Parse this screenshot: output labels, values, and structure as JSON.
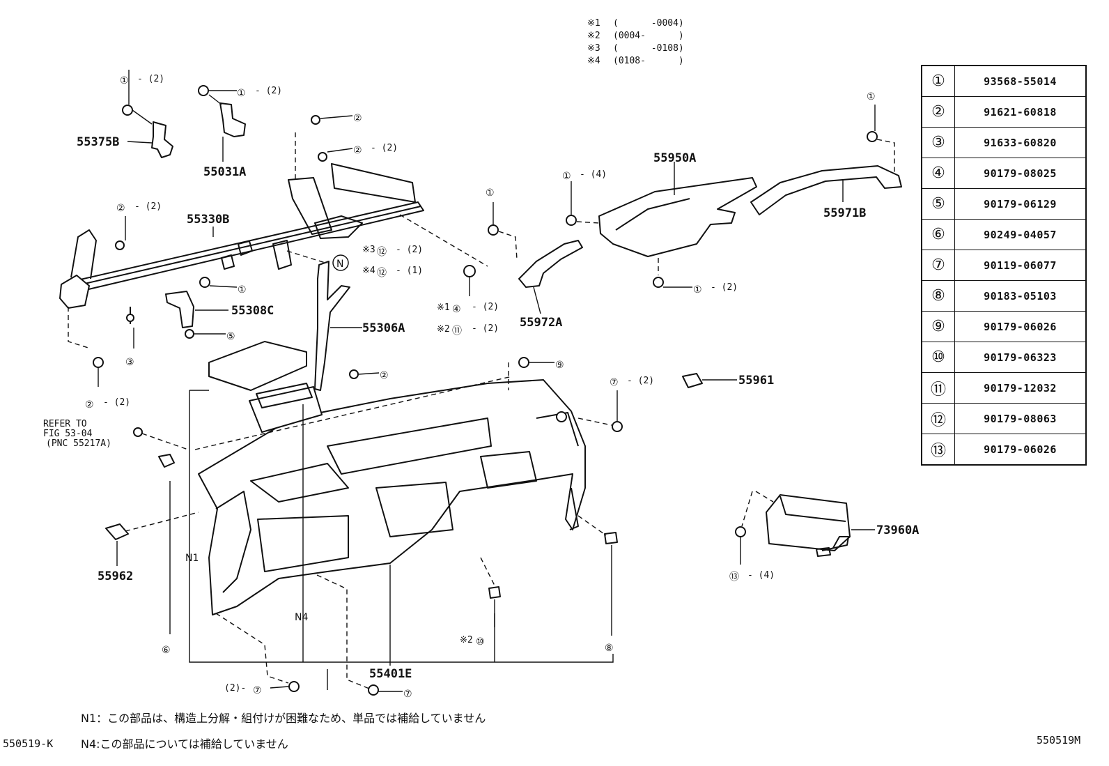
{
  "variants": [
    {
      "mark": "※1",
      "range": "(      -0004)"
    },
    {
      "mark": "※2",
      "range": "(0004-      )"
    },
    {
      "mark": "※3",
      "range": "(      -0108)"
    },
    {
      "mark": "※4",
      "range": "(0108-      )"
    }
  ],
  "parts_table": [
    {
      "ref": "①",
      "part_no": "93568-55014"
    },
    {
      "ref": "②",
      "part_no": "91621-60818"
    },
    {
      "ref": "③",
      "part_no": "91633-60820"
    },
    {
      "ref": "④",
      "part_no": "90179-08025"
    },
    {
      "ref": "⑤",
      "part_no": "90179-06129"
    },
    {
      "ref": "⑥",
      "part_no": "90249-04057"
    },
    {
      "ref": "⑦",
      "part_no": "90119-06077"
    },
    {
      "ref": "⑧",
      "part_no": "90183-05103"
    },
    {
      "ref": "⑨",
      "part_no": "90179-06026"
    },
    {
      "ref": "⑩",
      "part_no": "90179-06323"
    },
    {
      "ref": "⑪",
      "part_no": "90179-12032"
    },
    {
      "ref": "⑫",
      "part_no": "90179-08063"
    },
    {
      "ref": "⑬",
      "part_no": "90179-06026"
    }
  ],
  "part_labels": {
    "p55375B": "55375B",
    "p55031A": "55031A",
    "p55330B": "55330B",
    "p55308C": "55308C",
    "p55306A": "55306A",
    "p55972A": "55972A",
    "p55950A": "55950A",
    "p55971B": "55971B",
    "p55961": "55961",
    "p55962": "55962",
    "p55401E": "55401E",
    "p73960A": "73960A"
  },
  "callouts": {
    "c1": "①",
    "c2": "②",
    "c3": "③",
    "c4": "④",
    "c5": "⑤",
    "c6": "⑥",
    "c7": "⑦",
    "c8": "⑧",
    "c9": "⑨",
    "c10": "⑩",
    "c11": "⑪",
    "c12": "⑫",
    "c13": "⑬",
    "cN": "N",
    "q2": "- (2)",
    "q4": "- (4)",
    "q1": "- (1)",
    "q2pre": "(2)-",
    "q13": "- (4)",
    "m1": "※1",
    "m2": "※2",
    "m3": "※3",
    "m4": "※4",
    "n1": "N1",
    "n4": "N4"
  },
  "refer_note": [
    "REFER TO",
    "FIG 53-04",
    "(PNC 55217A)"
  ],
  "notes": {
    "n1": "N1：この部品は、構造上分解・組付けが困難なため、単品では補給していません",
    "n4": "N4:この部品については補給していません"
  },
  "codes": {
    "left": "550519-K",
    "right": "550519M"
  }
}
